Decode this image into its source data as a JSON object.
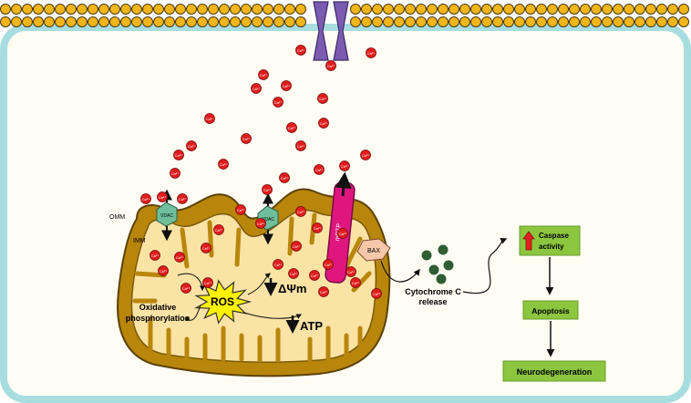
{
  "labels": {
    "omm": "OMM",
    "imm": "IMM",
    "vdac": "VDAC",
    "mptp": "mPTP",
    "ros": "ROS",
    "delta_psi": "ΔΨm",
    "atp": "ATP",
    "oxidative_line1": "Oxidative",
    "oxidative_line2": "phosphorylation",
    "bax": "BAX",
    "cyto_line1": "Cytochrome C",
    "cyto_line2": "release",
    "ca": "Ca²⁺"
  },
  "flow": {
    "caspase_line1": "Caspase",
    "caspase_line2": "activity",
    "apoptosis": "Apoptosis",
    "neurodegeneration": "Neurodegeneration"
  },
  "colors": {
    "membrane_head": "#f2b51a",
    "membrane_outline": "#4a3a10",
    "cell_border": "#a8dde0",
    "cytoplasm": "#fffdf3",
    "mito_outer": "#b8860b",
    "mito_matrix": "#fbe3a6",
    "calcium": "#e11d1d",
    "channel": "#7b5bb0",
    "vdac": "#6fbf9a",
    "mptp": "#e0167f",
    "ros_burst": "#fff200",
    "bax": "#f6c7a9",
    "cytochrome": "#2f5d34",
    "flow_box": "#8cc63f",
    "up_arrow": "#e02020"
  }
}
